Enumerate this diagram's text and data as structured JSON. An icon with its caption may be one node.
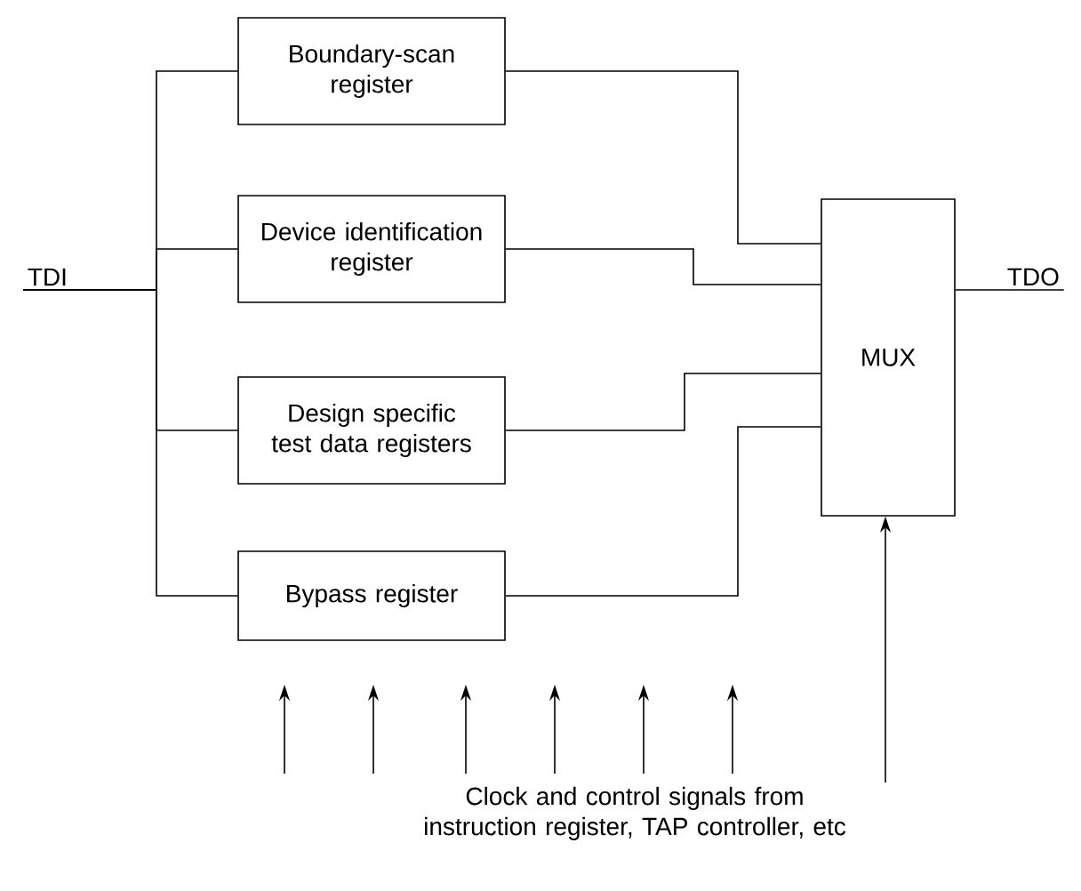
{
  "diagram": {
    "nodes": [
      {
        "text": [
          "Boundary-scan register"
        ]
      },
      {
        "text": [
          "Device identification register"
        ]
      },
      {
        "text": [
          "Design specific test data registers"
        ]
      },
      {
        "text": [
          "Bypass register"
        ]
      },
      {
        "text": [
          "MUX"
        ]
      },
      {
        "text": [
          "TDI"
        ]
      },
      {
        "text": [
          "TDO"
        ]
      },
      {
        "text": [
          "Clock and control signals from instruction register, TAP controller, etc"
        ]
      }
    ],
    "edges": [
      {
        "from": 5,
        "to": 0,
        "arrow": "none"
      },
      {
        "from": 5,
        "to": 1,
        "arrow": "none"
      },
      {
        "from": 5,
        "to": 2,
        "arrow": "none"
      },
      {
        "from": 5,
        "to": 3,
        "arrow": "none"
      },
      {
        "from": 0,
        "to": 4,
        "arrow": "none"
      },
      {
        "from": 1,
        "to": 4,
        "arrow": "none"
      },
      {
        "from": 2,
        "to": 4,
        "arrow": "none"
      },
      {
        "from": 3,
        "to": 4,
        "arrow": "none"
      },
      {
        "from": 4,
        "to": 6,
        "arrow": "none"
      },
      {
        "from": 7,
        "to": 4,
        "arrow": "to"
      }
    ]
  }
}
